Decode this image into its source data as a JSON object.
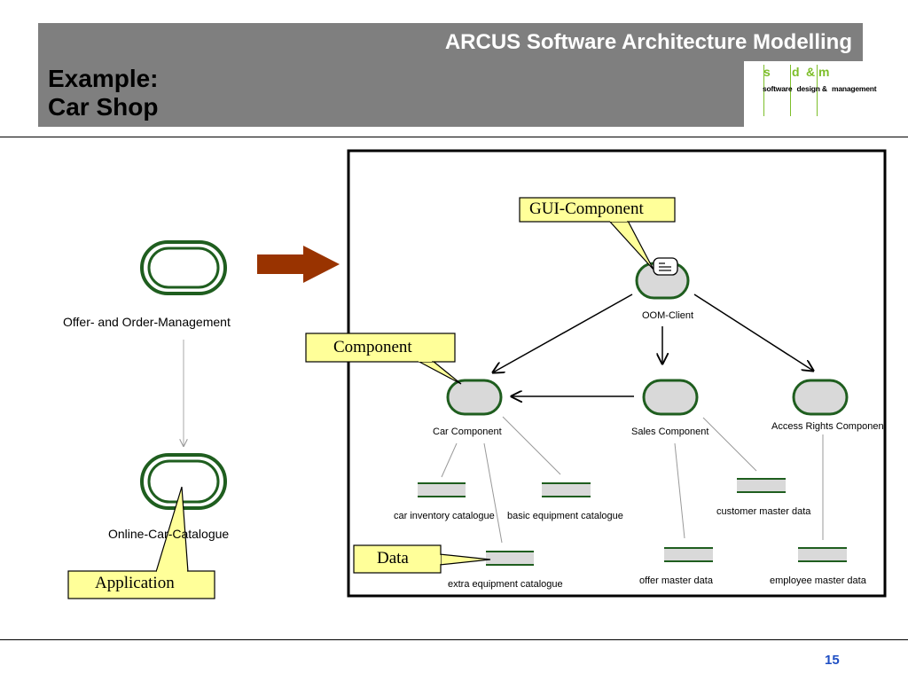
{
  "header": {
    "title": "ARCUS Software Architecture Modelling",
    "slide_title_line1": "Example:",
    "slide_title_line2": "Car Shop"
  },
  "logo": {
    "letters": [
      "s",
      "d",
      "&",
      "m"
    ],
    "words": [
      "software",
      "design &",
      "management"
    ]
  },
  "left_diagram": {
    "application_top": "Offer- and Order-Management",
    "application_bottom": "Online-Car-Catalogue",
    "callout_application": "Application"
  },
  "right_diagram": {
    "callout_gui": "GUI-Component",
    "callout_component": "Component",
    "callout_data": "Data",
    "components": {
      "oom_client": "OOM-Client",
      "car": "Car Component",
      "sales": "Sales Component",
      "access": "Access Rights Component"
    },
    "data": {
      "car_inventory": "car inventory catalogue",
      "basic_equipment": "basic equipment catalogue",
      "customer_master": "customer master data",
      "extra_equipment": "extra equipment catalogue",
      "offer_master": "offer master data",
      "employee_master": "employee master data"
    }
  },
  "colors": {
    "header_gray": "#7f7f7f",
    "component_green": "#1f5e1f",
    "component_fill": "#d9d9d9",
    "callout_fill": "#ffff99",
    "arrow_brown": "#993300",
    "logo_green": "#7dbe2a",
    "page_number_blue": "#1f4fc4"
  },
  "page_number": "15"
}
